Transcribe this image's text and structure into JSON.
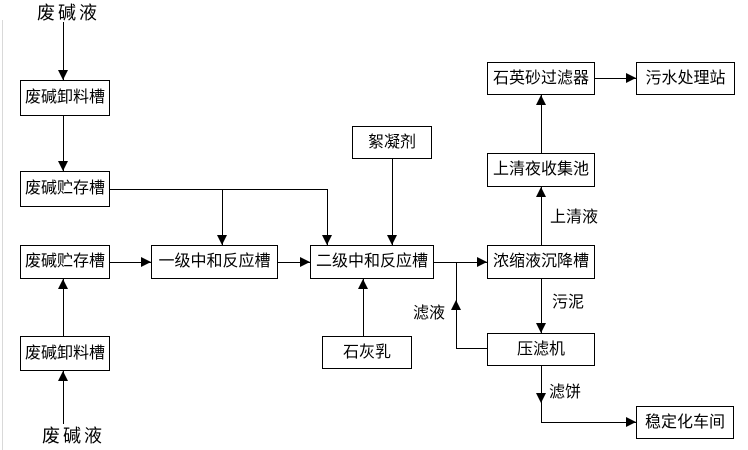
{
  "nodes": {
    "unload_tank_top": "废碱卸料槽",
    "storage_tank_top": "废碱贮存槽",
    "storage_tank_bottom": "废碱贮存槽",
    "unload_tank_bottom": "废碱卸料槽",
    "neutralization_1": "一级中和反应槽",
    "neutralization_2": "二级中和反应槽",
    "flocculant": "絮凝剂",
    "lime_milk": "石灰乳",
    "concentrate_settling_tank": "浓缩液沉降槽",
    "supernatant_collection_pool": "上清夜收集池",
    "quartz_sand_filter": "石英砂过滤器",
    "sewage_treatment_station": "污水处理站",
    "filter_press": "压滤机",
    "stabilization_workshop": "稳定化车间"
  },
  "flow_labels": {
    "waste_alkali_top": "废碱液",
    "waste_alkali_bottom": "废碱液",
    "supernatant": "上清液",
    "sludge": "污泥",
    "filtrate": "滤液",
    "filter_cake": "滤饼"
  },
  "colors": {
    "line": "#000000",
    "background": "#ffffff"
  }
}
